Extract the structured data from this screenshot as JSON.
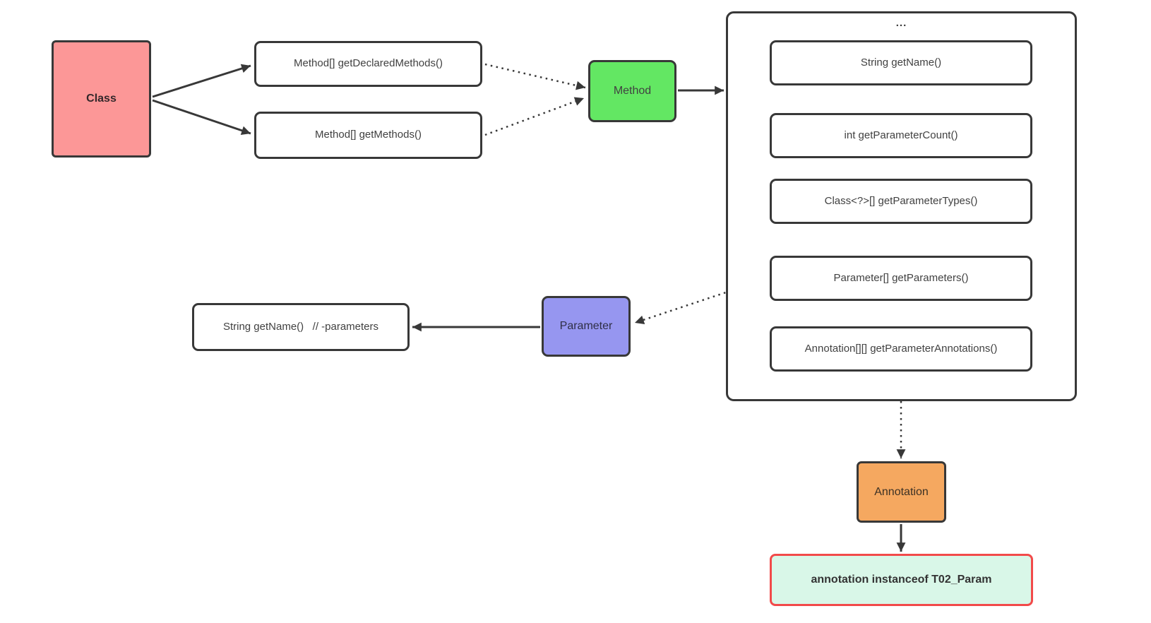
{
  "diagram": {
    "title": "Java reflection method/parameter/annotation lookup diagram",
    "nodes": {
      "class_node": "Class",
      "get_declared_methods": "Method[] getDeclaredMethods()",
      "get_methods": "Method[] getMethods()",
      "method_node": "Method",
      "parameter_node": "Parameter",
      "param_get_name": "String getName()   // -parameters",
      "annotation_node": "Annotation",
      "instanceof_check": "annotation instanceof T02_Param"
    },
    "method_members": {
      "ellipsis": "...",
      "items": [
        "String getName()",
        "int getParameterCount()",
        "Class<?>[] getParameterTypes()",
        "Parameter[] getParameters()",
        "Annotation[][] getParameterAnnotations()"
      ]
    },
    "edges": [
      {
        "from": "class_node",
        "to": "get_declared_methods",
        "style": "solid"
      },
      {
        "from": "class_node",
        "to": "get_methods",
        "style": "solid"
      },
      {
        "from": "get_declared_methods",
        "to": "method_node",
        "style": "dotted"
      },
      {
        "from": "get_methods",
        "to": "method_node",
        "style": "dotted"
      },
      {
        "from": "method_node",
        "to": "method_members",
        "style": "solid"
      },
      {
        "from": "member_getParameters",
        "to": "parameter_node",
        "style": "dotted"
      },
      {
        "from": "parameter_node",
        "to": "param_get_name",
        "style": "solid"
      },
      {
        "from": "member_getParameterAnnotations",
        "to": "annotation_node",
        "style": "dotted"
      },
      {
        "from": "annotation_node",
        "to": "instanceof_check",
        "style": "solid"
      }
    ],
    "colors": {
      "background": "#ffffff",
      "stroke": "#383838",
      "class_fill": "#fc9797",
      "method_fill": "#63e763",
      "parameter_fill": "#9696f0",
      "annotation_fill": "#f5a860",
      "instanceof_fill": "#d9f7e8",
      "instanceof_border": "#f24a4a",
      "box_fill": "#ffffff"
    }
  }
}
